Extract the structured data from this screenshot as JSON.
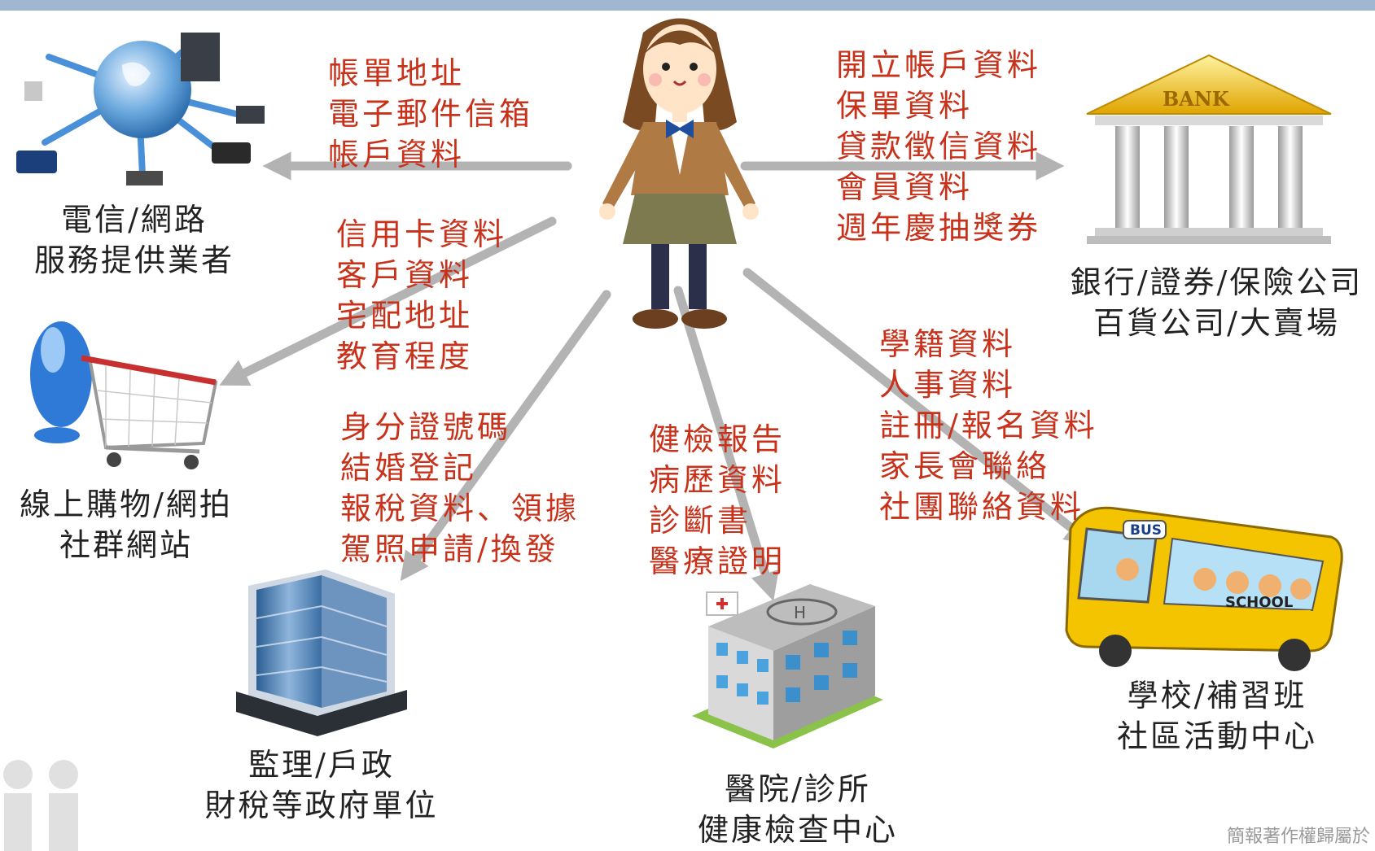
{
  "entities": {
    "telecom": [
      "電信/網路",
      "服務提供業者"
    ],
    "shopping": [
      "線上購物/網拍",
      "社群網站"
    ],
    "government": [
      "監理/戶政",
      "財稅等政府單位"
    ],
    "hospital": [
      "醫院/診所",
      "健康檢查中心"
    ],
    "school": [
      "學校/補習班",
      "社區活動中心"
    ],
    "bank": [
      "銀行/證券/保險公司",
      "百貨公司/大賣場"
    ]
  },
  "data_types": {
    "telecom": [
      "帳單地址",
      "電子郵件信箱",
      "帳戶資料"
    ],
    "shopping": [
      "信用卡資料",
      "客戶資料",
      "宅配地址",
      "教育程度"
    ],
    "government": [
      "身分證號碼",
      "結婚登記",
      "報稅資料、領據",
      "駕照申請/換發"
    ],
    "hospital": [
      "健檢報告",
      "病歷資料",
      "診斷書",
      "醫療證明"
    ],
    "school": [
      "學籍資料",
      "人事資料",
      "註冊/報名資料",
      "家長會聯絡",
      "社團聯絡資料"
    ],
    "bank": [
      "開立帳戶資料",
      "保單資料",
      "貸款徵信資料",
      "會員資料",
      "週年慶抽獎券"
    ]
  },
  "bank_sign": "BANK",
  "bus_sign": "BUS",
  "school_sign": "SCHOOL",
  "watermark": "簡報著作權歸屬於",
  "colors": {
    "arrow": "#b3b3b3",
    "label_red": "#c8321b",
    "topbar": "#9fb7d1"
  }
}
